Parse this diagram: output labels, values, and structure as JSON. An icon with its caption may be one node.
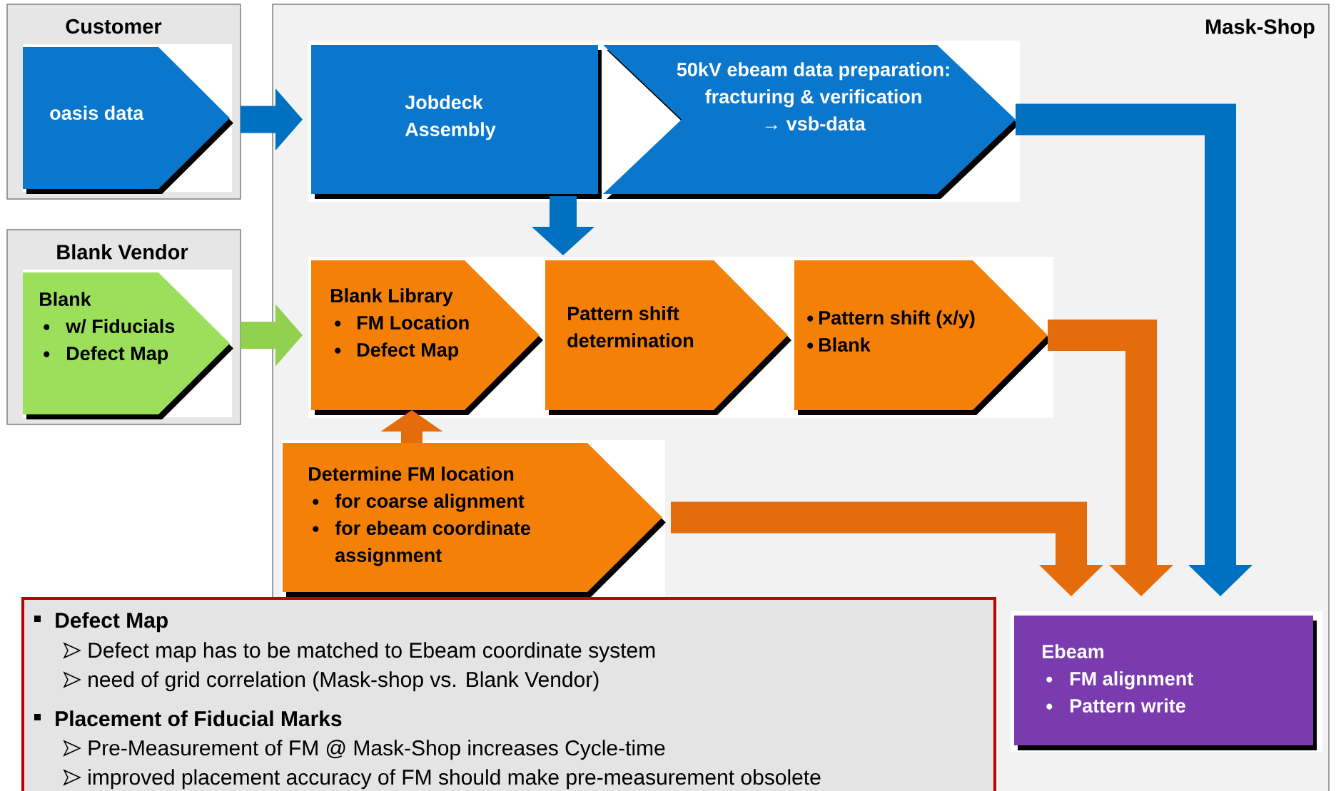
{
  "diagram": {
    "nodes": [
      {
        "text": [
          "Customer"
        ]
      },
      {
        "text": [
          "oasis data"
        ],
        "in": 0
      },
      {
        "text": [
          "Blank Vendor"
        ]
      },
      {
        "text": [
          "Blank",
          "w/ Fiducials",
          "Defect Map"
        ],
        "in": 2
      },
      {
        "text": [
          "Mask-Shop"
        ]
      },
      {
        "text": [
          "Jobdeck Assembly"
        ],
        "in": 4
      },
      {
        "text": [
          "50kV ebeam data preparation:",
          "fracturing & verification",
          "→ vsb-data"
        ],
        "in": 4
      },
      {
        "text": [
          "Blank Library",
          "FM Location",
          "Defect Map"
        ],
        "in": 4
      },
      {
        "text": [
          "Pattern shift determination"
        ],
        "in": 4
      },
      {
        "text": [
          "Pattern shift (x/y)",
          "Blank"
        ],
        "in": 4
      },
      {
        "text": [
          "Determine FM location",
          "for coarse alignment",
          "for ebeam coordinate assignment"
        ],
        "in": 4
      },
      {
        "text": [
          "Defect Map",
          "Defect map has to be matched to Ebeam coordinate system",
          "need of grid correlation (Mask-shop vs. Blank Vendor)",
          "Placement of Fiducial Marks",
          "Pre-Measurement of FM @ Mask-Shop increases Cycle-time",
          "improved placement accuracy of FM should make pre-measurement obsolete"
        ]
      },
      {
        "text": [
          "Ebeam",
          "FM alignment",
          "Pattern write"
        ],
        "in": 4
      }
    ],
    "edges": [
      {
        "from": 0,
        "to": 5,
        "arrow": "to",
        "color": "#0070c0"
      },
      {
        "from": 2,
        "to": 7,
        "arrow": "to",
        "color": "#92d050"
      },
      {
        "from": 5,
        "to": 8,
        "arrow": "to",
        "color": "#0070c0"
      },
      {
        "from": 10,
        "to": 7,
        "arrow": "to",
        "color": "#e46c0a"
      },
      {
        "from": 6,
        "to": 12,
        "arrow": "to",
        "color": "#0070c0"
      },
      {
        "from": 9,
        "to": 12,
        "arrow": "to",
        "color": "#e46c0a"
      },
      {
        "from": 10,
        "to": 12,
        "arrow": "to",
        "color": "#e46c0a"
      }
    ]
  }
}
